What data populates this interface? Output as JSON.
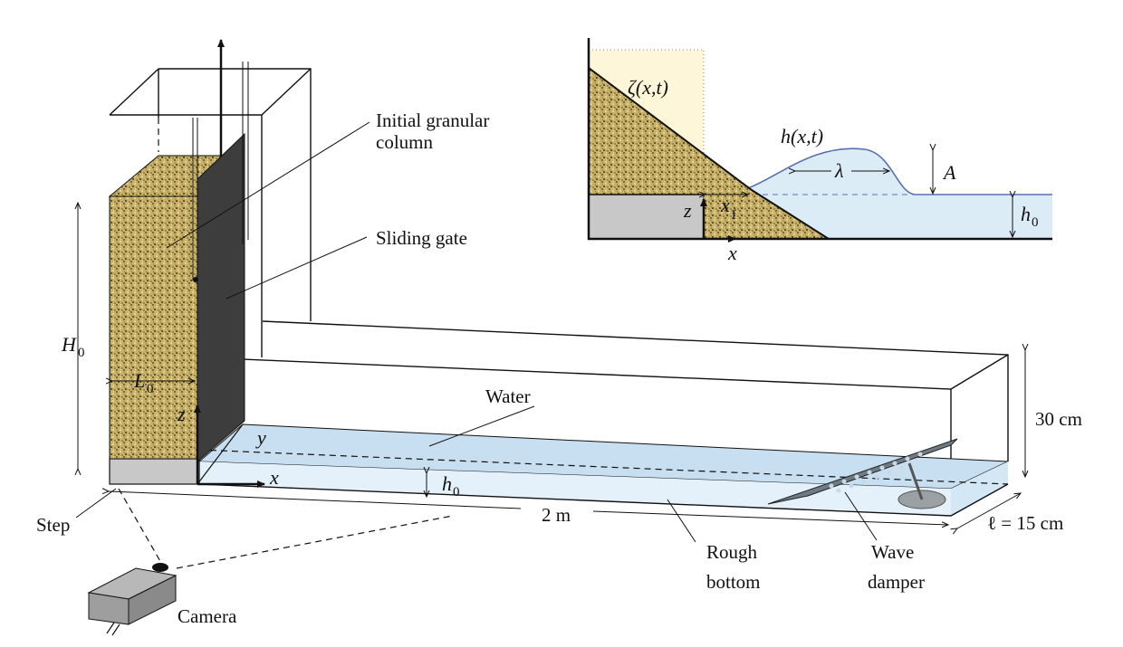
{
  "labels": {
    "initial_granular_column_line1": "Initial granular",
    "initial_granular_column_line2": "column",
    "sliding_gate": "Sliding gate",
    "water": "Water",
    "step": "Step",
    "camera": "Camera",
    "rough_bottom_line1": "Rough",
    "rough_bottom_line2": "bottom",
    "wave_damper_line1": "Wave",
    "wave_damper_line2": "damper",
    "length": "2 m",
    "height": "30 cm",
    "width": "ℓ = 15 cm"
  },
  "symbols": {
    "H0": "H",
    "L0": "L",
    "zero_sub": "0",
    "z": "z",
    "x": "x",
    "y": "y",
    "h0": "h",
    "f_sub": "f",
    "zeta": "ζ(x,t)",
    "hxt": "h(x,t)",
    "lambda": "λ",
    "A": "A"
  },
  "colors": {
    "granular": "#b8a25a",
    "granular_dark": "#7a6a35",
    "gate": "#3d3d3d",
    "water": "#dcecf7",
    "water_surface": "#c7dff0",
    "step": "#c8c8c8",
    "inset_bg": "#fdf6d8",
    "wave_line": "#5a6fb0"
  }
}
